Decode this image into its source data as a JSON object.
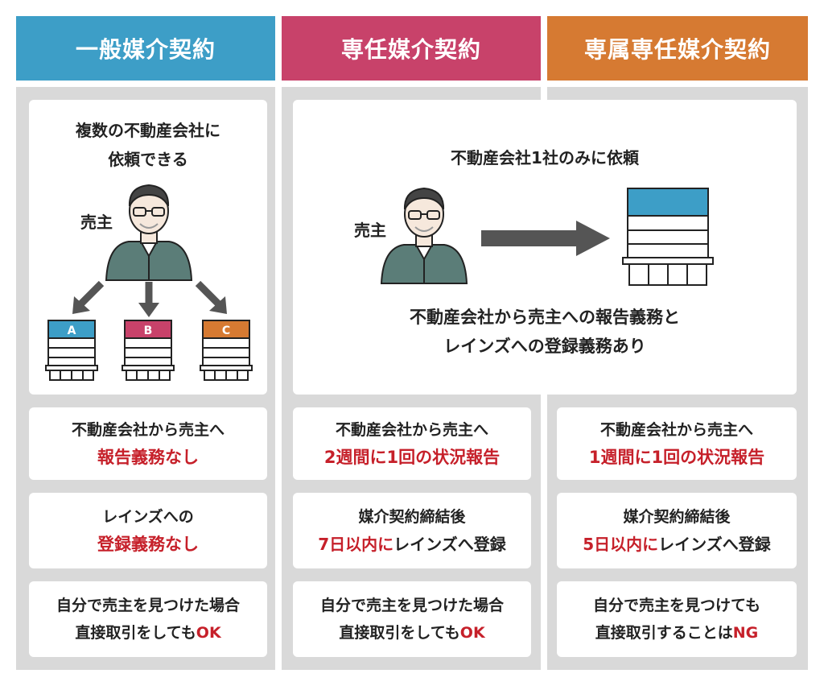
{
  "headers": [
    {
      "label": "一般媒介契約",
      "color": "#3d9ec7"
    },
    {
      "label": "専任媒介契約",
      "color": "#c8426a"
    },
    {
      "label": "専属専任媒介契約",
      "color": "#d67a32"
    }
  ],
  "general": {
    "desc_line1": "複数の不動産会社に",
    "desc_line2": "依頼できる",
    "seller": "売主",
    "companies": [
      {
        "letter": "A",
        "color": "#3d9ec7"
      },
      {
        "letter": "B",
        "color": "#c8426a"
      },
      {
        "letter": "C",
        "color": "#d67a32"
      }
    ]
  },
  "exclusive_diagram": {
    "title": "不動産会社1社のみに依頼",
    "seller": "売主",
    "note_line1": "不動産会社から売主への報告義務と",
    "note_line2": "レインズへの登録義務あり",
    "building_color": "#3d9ec7"
  },
  "rows": {
    "report": {
      "general": {
        "line1": "不動産会社から売主へ",
        "line2": "報告義務なし"
      },
      "exclusive": {
        "line1": "不動産会社から売主へ",
        "line2": "2週間に1回の状況報告"
      },
      "dedicated": {
        "line1": "不動産会社から売主へ",
        "line2": "1週間に1回の状況報告"
      }
    },
    "reins": {
      "general": {
        "line1": "レインズへの",
        "line2": "登録義務なし"
      },
      "exclusive": {
        "line1": "媒介契約締結後",
        "line2_red": "7日以内に",
        "line2_black": "レインズへ登録"
      },
      "dedicated": {
        "line1": "媒介契約締結後",
        "line2_red": "5日以内に",
        "line2_black": "レインズへ登録"
      }
    },
    "direct": {
      "general": {
        "line1": "自分で売主を見つけた場合",
        "line2_black": "直接取引をしても",
        "line2_red": "OK"
      },
      "exclusive": {
        "line1": "自分で売主を見つけた場合",
        "line2_black": "直接取引をしても",
        "line2_red": "OK"
      },
      "dedicated": {
        "line1": "自分で売主を見つけても",
        "line2_black": "直接取引することは",
        "line2_red": "NG"
      }
    }
  }
}
